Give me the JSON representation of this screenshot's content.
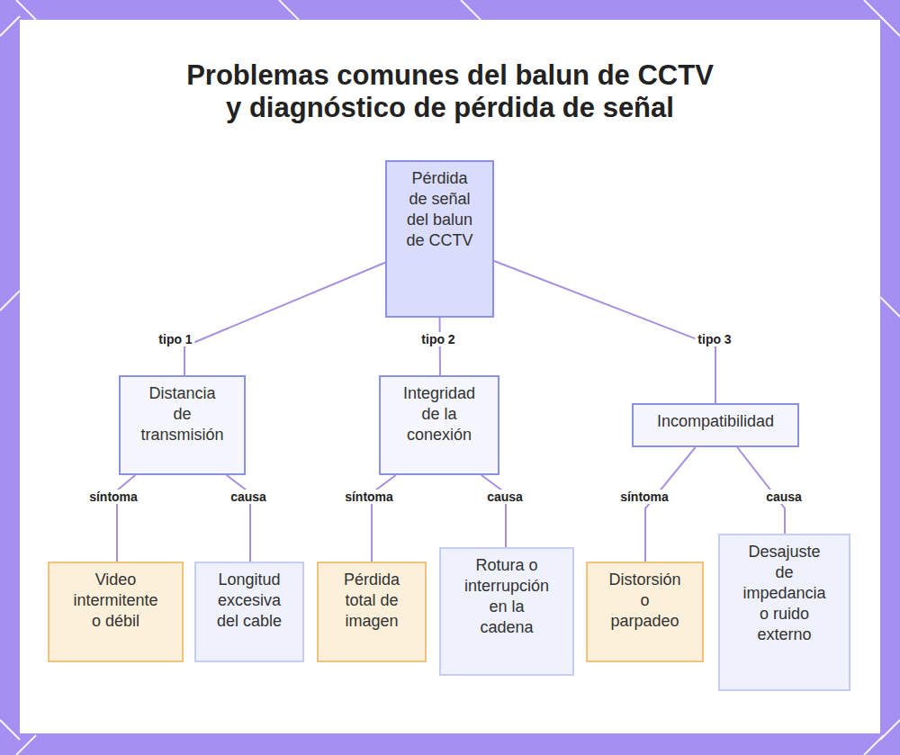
{
  "diagram": {
    "title": "Problemas comunes del balun de CCTV y diagnóstico de pérdida de señal",
    "nodes": [
      {
        "text": [
          "Pérdida de señal del balun de CCTV"
        ]
      },
      {
        "text": [
          "Distancia de transmisión"
        ]
      },
      {
        "text": [
          "Integridad de la conexión"
        ]
      },
      {
        "text": [
          "Incompatibilidad"
        ]
      },
      {
        "text": [
          "Video intermitente o débil"
        ]
      },
      {
        "text": [
          "Longitud excesiva del cable"
        ]
      },
      {
        "text": [
          "Pérdida total de imagen"
        ]
      },
      {
        "text": [
          "Rotura o interrupción en la cadena"
        ]
      },
      {
        "text": [
          "Distorsión o parpadeo"
        ]
      },
      {
        "text": [
          "Desajuste de impedancia o ruido externo"
        ]
      }
    ],
    "edges": [
      {
        "from": 0,
        "to": 1,
        "label": "tipo 1",
        "arrow": "none"
      },
      {
        "from": 0,
        "to": 2,
        "label": "tipo 2",
        "arrow": "none"
      },
      {
        "from": 0,
        "to": 3,
        "label": "tipo 3",
        "arrow": "none"
      },
      {
        "from": 1,
        "to": 4,
        "label": "síntoma",
        "arrow": "none"
      },
      {
        "from": 1,
        "to": 5,
        "label": "causa",
        "arrow": "none"
      },
      {
        "from": 2,
        "to": 6,
        "label": "síntoma",
        "arrow": "none"
      },
      {
        "from": 2,
        "to": 7,
        "label": "causa",
        "arrow": "none"
      },
      {
        "from": 3,
        "to": 8,
        "label": "síntoma",
        "arrow": "none"
      },
      {
        "from": 3,
        "to": 9,
        "label": "causa",
        "arrow": "none"
      }
    ]
  }
}
